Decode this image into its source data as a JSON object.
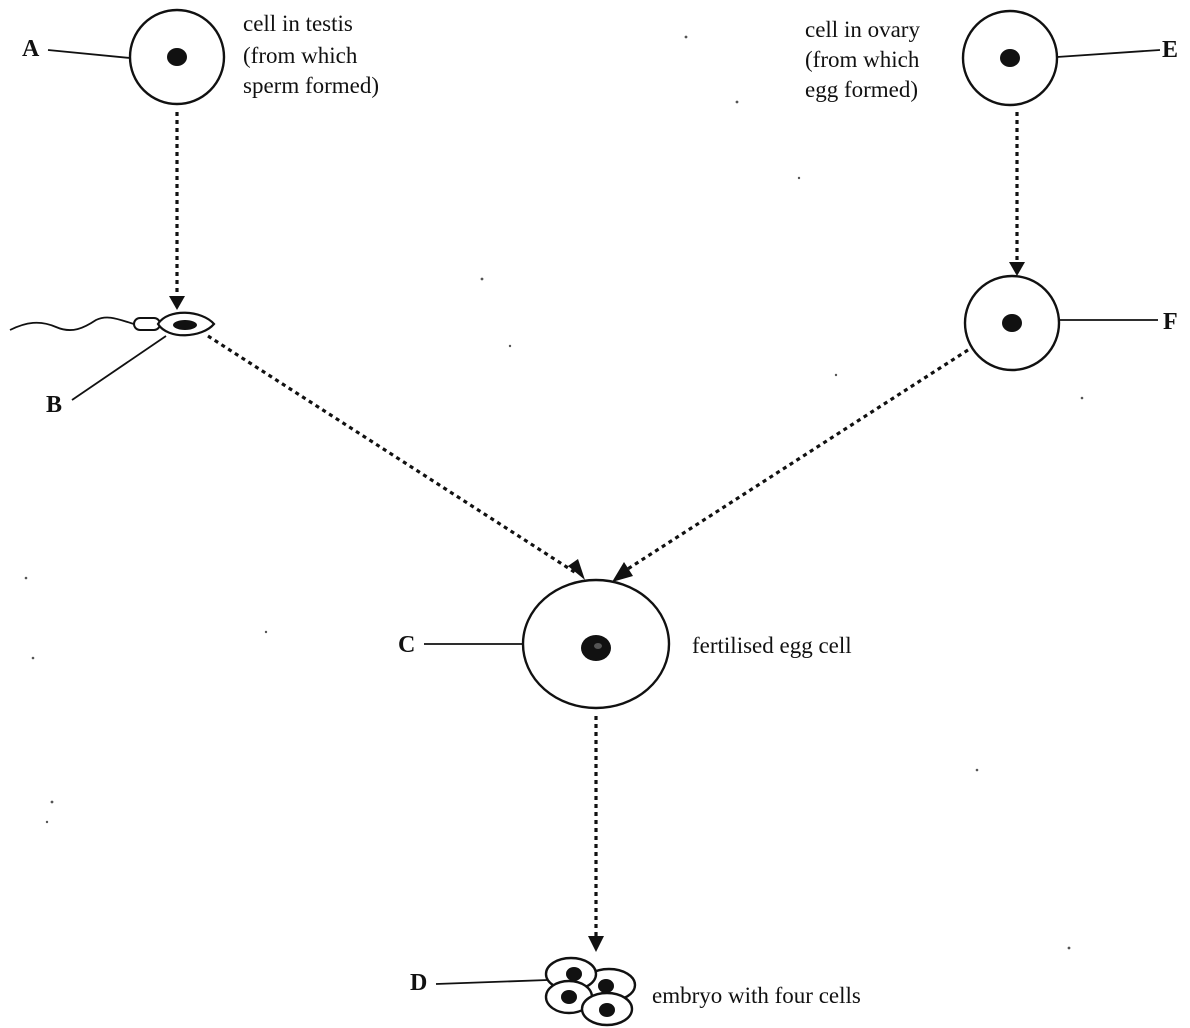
{
  "labels": {
    "A": "A",
    "B": "B",
    "C": "C",
    "D": "D",
    "E": "E",
    "F": "F"
  },
  "captions": {
    "testis_cell": [
      "cell in testis",
      "(from which",
      "sperm formed)"
    ],
    "ovary_cell": [
      "cell in ovary",
      "(from which",
      "egg formed)"
    ],
    "fertilised": "fertilised egg cell",
    "embryo": "embryo with four cells"
  },
  "colors": {
    "ink": "#111111",
    "background": "#ffffff"
  }
}
